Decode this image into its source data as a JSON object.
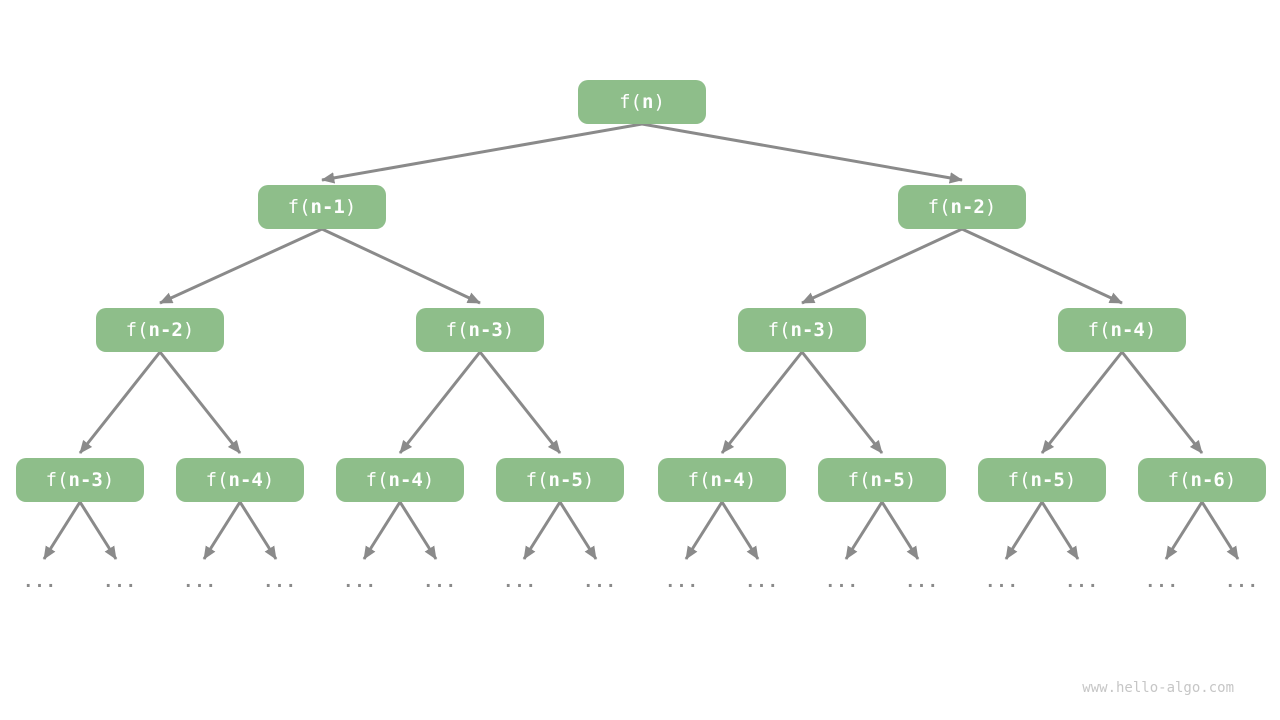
{
  "colors": {
    "background": "#ffffff",
    "node_fill": "#8ebe8a",
    "node_text": "#ffffff",
    "arrow": "#8a8a8a",
    "ellipsis": "#8a8a8a",
    "watermark": "#c6c6c6"
  },
  "tree": {
    "levels": [
      [
        {
          "pre": "f(",
          "var": "n",
          "post": ")"
        }
      ],
      [
        {
          "pre": "f(",
          "var": "n-1",
          "post": ")"
        },
        {
          "pre": "f(",
          "var": "n-2",
          "post": ")"
        }
      ],
      [
        {
          "pre": "f(",
          "var": "n-2",
          "post": ")"
        },
        {
          "pre": "f(",
          "var": "n-3",
          "post": ")"
        },
        {
          "pre": "f(",
          "var": "n-3",
          "post": ")"
        },
        {
          "pre": "f(",
          "var": "n-4",
          "post": ")"
        }
      ],
      [
        {
          "pre": "f(",
          "var": "n-3",
          "post": ")"
        },
        {
          "pre": "f(",
          "var": "n-4",
          "post": ")"
        },
        {
          "pre": "f(",
          "var": "n-4",
          "post": ")"
        },
        {
          "pre": "f(",
          "var": "n-5",
          "post": ")"
        },
        {
          "pre": "f(",
          "var": "n-4",
          "post": ")"
        },
        {
          "pre": "f(",
          "var": "n-5",
          "post": ")"
        },
        {
          "pre": "f(",
          "var": "n-5",
          "post": ")"
        },
        {
          "pre": "f(",
          "var": "n-6",
          "post": ")"
        }
      ]
    ],
    "ellipsis": "..."
  },
  "watermark": "www.hello-algo.com"
}
